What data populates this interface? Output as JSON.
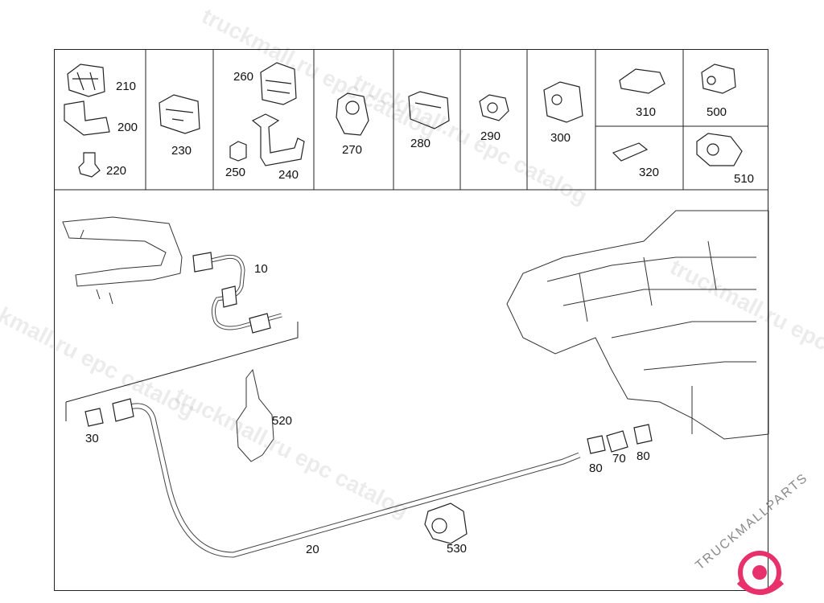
{
  "watermarks": [
    "truckmall.ru epc catalog",
    "truckmall.ru epc catalog",
    "truckmall.ru epc catalog",
    "truckmall.ru epc catalog",
    "truckmall.ru epc catalog"
  ],
  "brand": {
    "text": "TRUCKMALLPARTS",
    "color_main": "#e8316b",
    "color_text": "#888888"
  },
  "parts_table": {
    "cells": [
      {
        "id": "c1",
        "labels": [
          "210",
          "200",
          "220"
        ]
      },
      {
        "id": "c2",
        "labels": [
          "230"
        ]
      },
      {
        "id": "c3",
        "labels": [
          "260",
          "250",
          "240"
        ]
      },
      {
        "id": "c4",
        "labels": [
          "270"
        ]
      },
      {
        "id": "c5",
        "labels": [
          "280"
        ]
      },
      {
        "id": "c6",
        "labels": [
          "290"
        ]
      },
      {
        "id": "c7",
        "labels": [
          "300"
        ]
      },
      {
        "id": "c8",
        "labels": [
          "310",
          "500",
          "320",
          "510"
        ]
      }
    ]
  },
  "main_labels": {
    "l10": "10",
    "l20": "20",
    "l30": "30",
    "l520": "520",
    "l80a": "80",
    "l70": "70",
    "l80b": "80",
    "l530": "530"
  }
}
